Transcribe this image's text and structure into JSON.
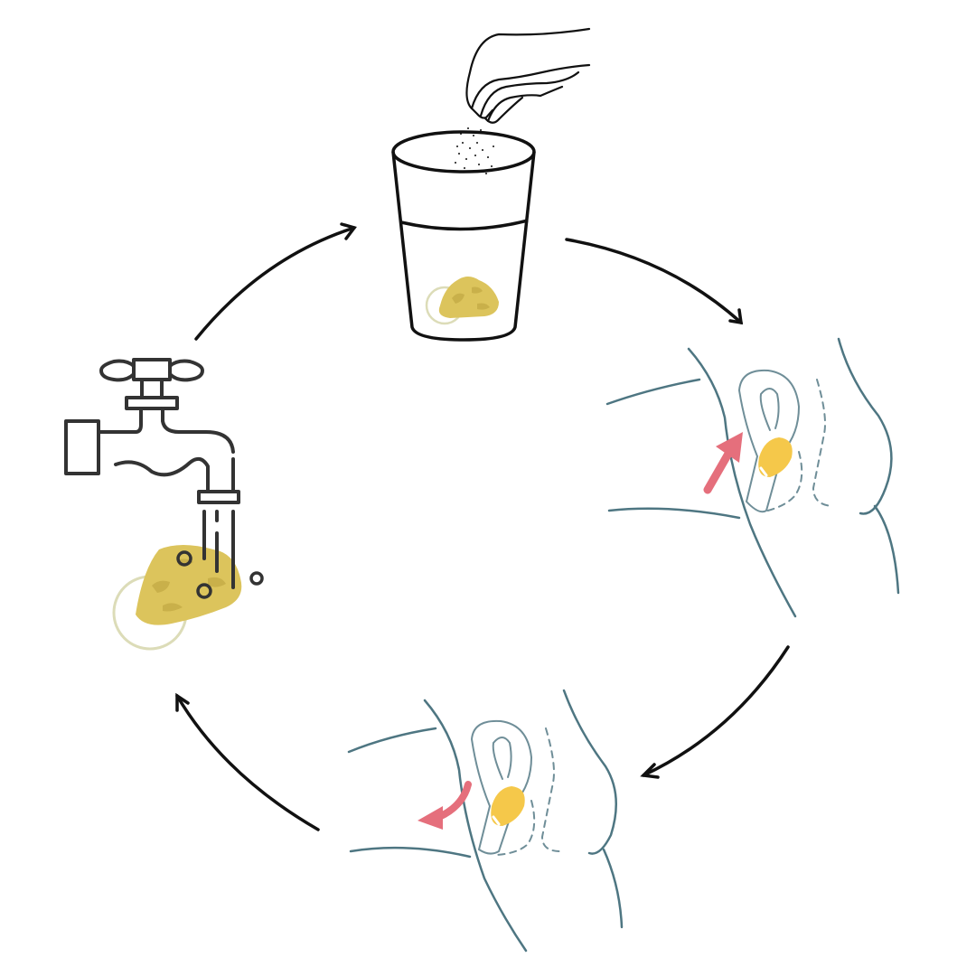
{
  "diagram": {
    "type": "cycle",
    "steps": [
      {
        "id": "soak",
        "icon": "glass-with-salt-icon",
        "description_visible": false
      },
      {
        "id": "insert",
        "icon": "insert-sponge-anatomy-icon",
        "description_visible": false
      },
      {
        "id": "remove",
        "icon": "remove-sponge-anatomy-icon",
        "description_visible": false
      },
      {
        "id": "rinse",
        "icon": "faucet-rinse-sponge-icon",
        "description_visible": false
      }
    ],
    "flow_direction": "clockwise"
  },
  "colors": {
    "ink": "#111111",
    "faucet": "#333333",
    "sponge": "#dcc45c",
    "sponge_dark": "#c9b04a",
    "sponge_light_ring": "#dcdcb8",
    "anatomy_line": "#4e7682",
    "anatomy_arrow": "#e56f7c",
    "sponge_inside": "#f5c84a"
  }
}
